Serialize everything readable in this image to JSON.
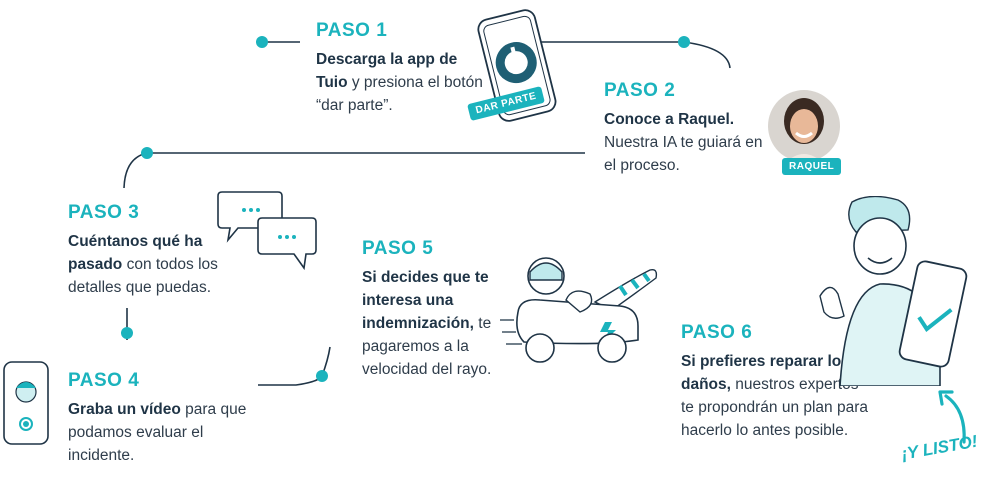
{
  "steps": [
    {
      "title": "PASO 1",
      "bold": "Descarga la app de Tuio",
      "rest": " y presiona el botón “dar parte”."
    },
    {
      "title": "PASO 2",
      "bold": "Conoce a Raquel.",
      "rest": " Nuestra IA te guiará en el proceso."
    },
    {
      "title": "PASO 3",
      "bold": "Cuéntanos qué ha pasado",
      "rest": " con todos los detalles que puedas."
    },
    {
      "title": "PASO 4",
      "bold": "Graba un vídeo",
      "rest": " para que podamos evaluar el incidente."
    },
    {
      "title": "PASO 5",
      "bold": "Si decides que te interesa una indemnización,",
      "rest": " te pagaremos a la velocidad del rayo."
    },
    {
      "title": "PASO 6",
      "bold": "Si prefieres reparar los daños,",
      "rest": " nuestros expertos te propondrán un plan para hacerlo lo antes posible."
    }
  ],
  "phone_badge": "DAR PARTE",
  "avatar_badge": "RAQUEL",
  "finish_text": "¡Y LISTO!",
  "colors": {
    "accent": "#1bb3bd",
    "dark": "#1f3446",
    "text": "#2f3d4b"
  }
}
